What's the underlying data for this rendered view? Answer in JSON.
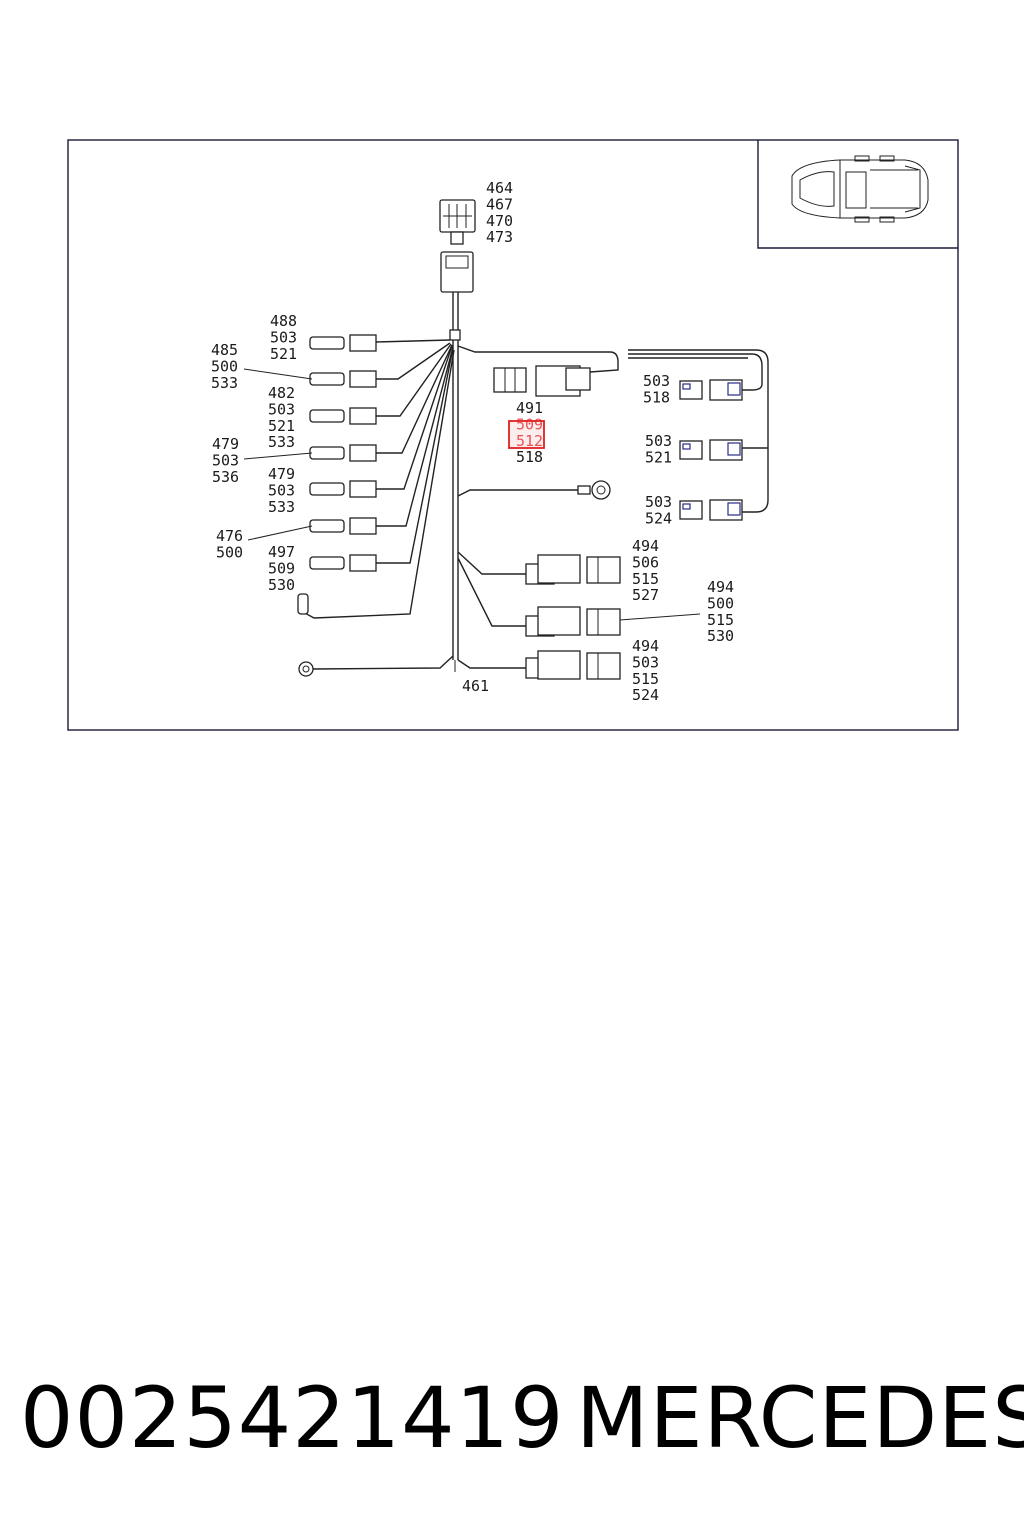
{
  "labels": {
    "top_connector": [
      "464",
      "467",
      "470",
      "473"
    ],
    "left_1": [
      "488",
      "503",
      "521"
    ],
    "left_2": [
      "485",
      "500",
      "533"
    ],
    "left_3": [
      "482",
      "503",
      "521",
      "533"
    ],
    "left_4": [
      "479",
      "503",
      "536"
    ],
    "left_5": [
      "479",
      "503",
      "533"
    ],
    "left_6": [
      "476",
      "500"
    ],
    "left_7": [
      "497",
      "509",
      "530"
    ],
    "center_group": [
      "491",
      "509",
      "512",
      "518"
    ],
    "right_1": [
      "503",
      "518"
    ],
    "right_2": [
      "503",
      "521"
    ],
    "right_3": [
      "503",
      "524"
    ],
    "lower_1": [
      "494",
      "506",
      "515",
      "527"
    ],
    "lower_2": [
      "494",
      "500",
      "515",
      "530"
    ],
    "lower_3": [
      "494",
      "503",
      "515",
      "524"
    ],
    "bottom": "461"
  },
  "highlight": {
    "values": [
      "509",
      "512"
    ],
    "color": "#e02020"
  },
  "footer": {
    "part_number": "0025421419",
    "brand": "MERCEDES"
  }
}
